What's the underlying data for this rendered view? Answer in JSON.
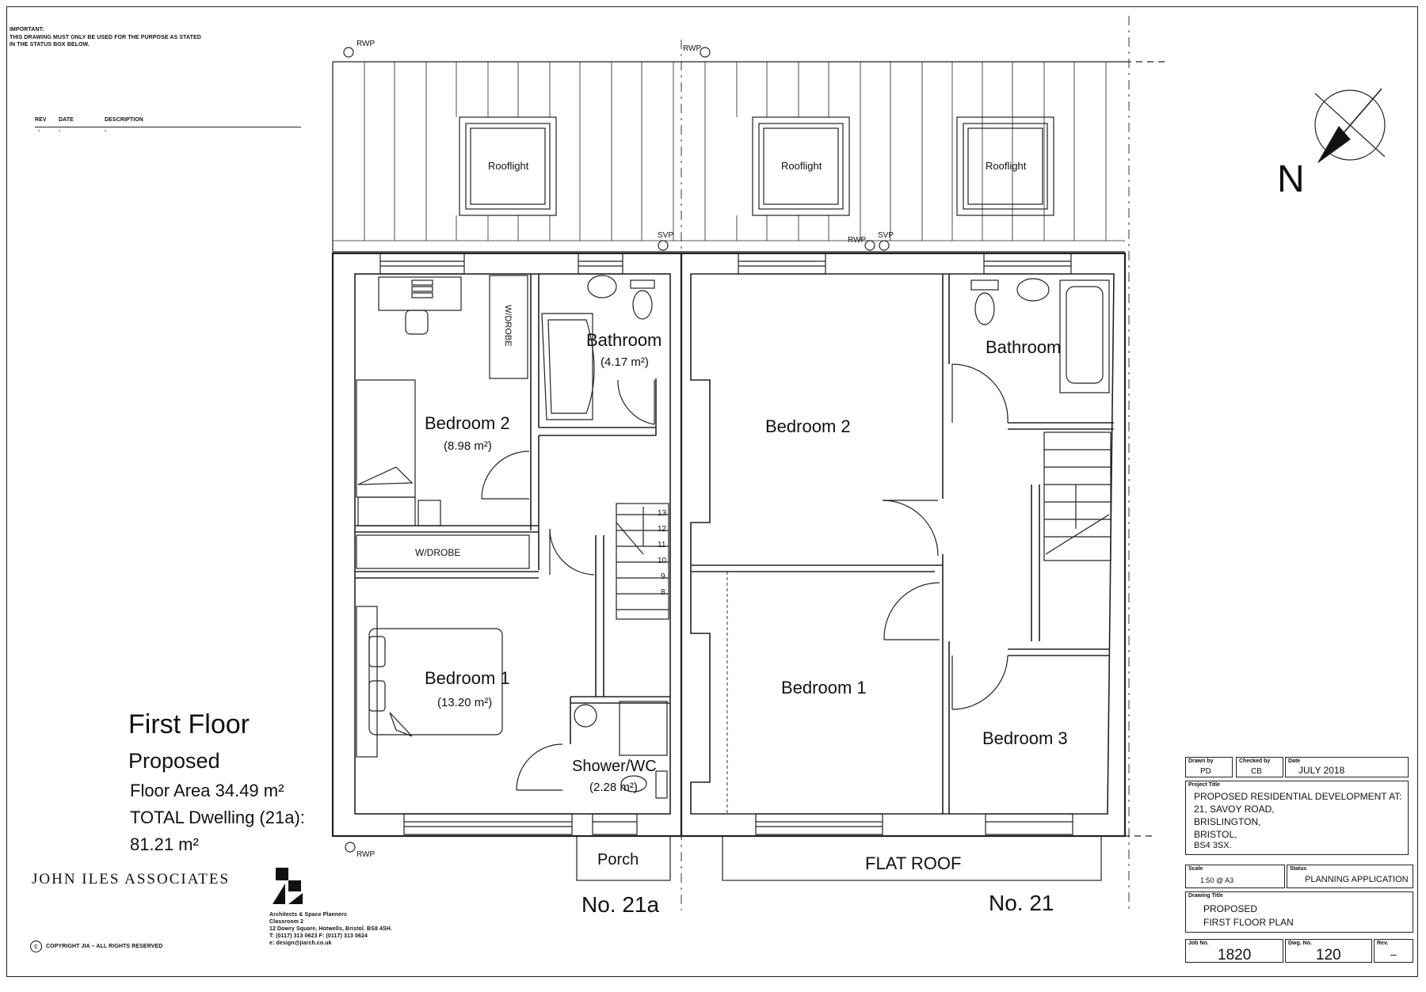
{
  "notice": {
    "line1": "IMPORTANT:",
    "line2": "THIS DRAWING MUST ONLY BE USED FOR THE PURPOSE AS STATED",
    "line3": "IN THE STATUS BOX BELOW."
  },
  "revisions": {
    "headers": [
      "REV",
      "DATE",
      "DESCRIPTION"
    ],
    "row": [
      "-",
      "-",
      "-"
    ]
  },
  "plan": {
    "roof_labels": [
      "Rooflight",
      "Rooflight",
      "Rooflight"
    ],
    "pipes": {
      "rwp": "RWP",
      "svp": "SVP"
    },
    "no21a": {
      "bathroom": "Bathroom",
      "bathroom_area": "(4.17 m²)",
      "bedroom2": "Bedroom 2",
      "bedroom2_area": "(8.98 m²)",
      "bedroom1": "Bedroom 1",
      "bedroom1_area": "(13.20 m²)",
      "shower": "Shower/WC",
      "shower_area": "(2.28 m²)",
      "wardrobe_v": "W/DROBE",
      "wardrobe_h": "W/DROBE",
      "porch": "Porch",
      "stair_numbers": [
        "13",
        "12",
        "11",
        "10",
        "9",
        "8"
      ]
    },
    "no21": {
      "bedroom2": "Bedroom 2",
      "bedroom1": "Bedroom 1",
      "bathroom": "Bathroom",
      "bedroom3": "Bedroom 3",
      "flat_roof": "FLAT ROOF"
    },
    "house_21a": "No. 21a",
    "house_21": "No. 21",
    "north": "N"
  },
  "floor_info": {
    "title": "First Floor",
    "subtitle": "Proposed",
    "area": "Floor Area 34.49 m²",
    "total_line1": "TOTAL Dwelling (21a):",
    "total_line2": "81.21 m²"
  },
  "firm": {
    "name": "JOHN ILES ASSOCIATES",
    "line1": "Architects & Space Planners",
    "line2": "Classroom 2",
    "line3": "12 Dowry Square, Hotwells, Bristol. BS8 4SH.",
    "line4": "T: (0117) 313 0623 F: (0117) 313 0624",
    "line5": "e: design@jiarch.co.uk",
    "copyright": "COPYRIGHT JIA – ALL RIGHTS RESERVED"
  },
  "title_block": {
    "drawn_by_label": "Drawn by",
    "drawn_by": "PD",
    "checked_by_label": "Checked by",
    "checked_by": "CB",
    "date_label": "Date",
    "date": "JULY 2018",
    "project_title_label": "Project Title",
    "project_lines": [
      "PROPOSED RESIDENTIAL DEVELOPMENT AT:",
      "21, SAVOY ROAD,",
      "BRISLINGTON,",
      "BRISTOL,",
      "BS4 3SX."
    ],
    "scale_label": "Scale",
    "scale": "1:50 @ A3",
    "status_label": "Status",
    "status": "PLANNING APPLICATION",
    "drawing_title_label": "Drawing Title",
    "drawing_title_1": "PROPOSED",
    "drawing_title_2": "FIRST FLOOR PLAN",
    "job_no_label": "Job No.",
    "job_no": "1820",
    "dwg_no_label": "Dwg. No.",
    "dwg_no": "120",
    "rev_label": "Rev.",
    "rev": "–"
  }
}
